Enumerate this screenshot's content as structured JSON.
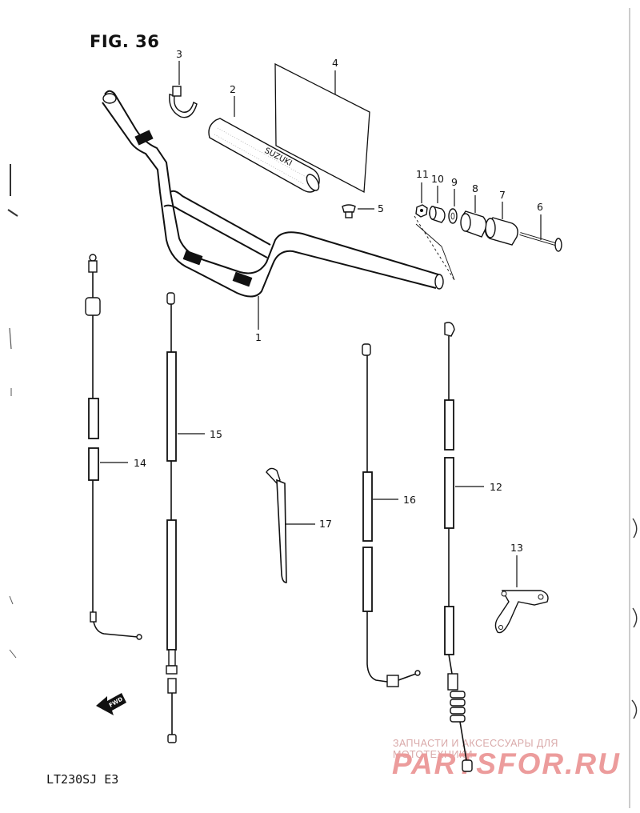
{
  "figure": {
    "title": "FIG. 36",
    "model_code": "LT230SJ  E3",
    "grip_text": "SUZUKI",
    "fwd_label": "FWD"
  },
  "parts": [
    {
      "num": "1"
    },
    {
      "num": "2"
    },
    {
      "num": "3"
    },
    {
      "num": "4"
    },
    {
      "num": "5"
    },
    {
      "num": "6"
    },
    {
      "num": "7"
    },
    {
      "num": "8"
    },
    {
      "num": "9"
    },
    {
      "num": "10"
    },
    {
      "num": "11"
    },
    {
      "num": "12"
    },
    {
      "num": "13"
    },
    {
      "num": "14"
    },
    {
      "num": "15"
    },
    {
      "num": "16"
    },
    {
      "num": "17"
    }
  ],
  "watermark": {
    "top_text": "ЗАПЧАСТИ И АКСЕССУАРЫ ДЛЯ МОТОТЕХНИКИ",
    "logo_text": "PARTSFOR.RU"
  }
}
